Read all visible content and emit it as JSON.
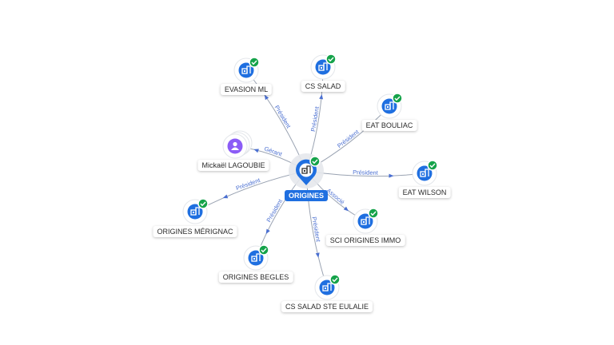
{
  "colors": {
    "company": "#1f6fe0",
    "person": "#8b5cf6",
    "check": "#15a34a",
    "edge": "#9aa3b2",
    "edge_label": "#4a6fd1"
  },
  "center": {
    "label": "ORIGINES",
    "icon": "building-icon"
  },
  "nodes": [
    {
      "id": "evasion-ml",
      "label": "EVASION ML",
      "type": "company",
      "icon": "building-icon",
      "verified": true
    },
    {
      "id": "cs-salad",
      "label": "CS SALAD",
      "type": "company",
      "icon": "building-icon",
      "verified": true
    },
    {
      "id": "eat-bouliac",
      "label": "EAT BOULIAC",
      "type": "company",
      "icon": "building-icon",
      "verified": true
    },
    {
      "id": "mickael-lagoubie",
      "label": "Mickaël LAGOUBIE",
      "type": "person",
      "icon": "person-icon",
      "verified": false
    },
    {
      "id": "eat-wilson",
      "label": "EAT WILSON",
      "type": "company",
      "icon": "building-icon",
      "verified": true
    },
    {
      "id": "origines-merignac",
      "label": "ORIGINES MÉRIGNAC",
      "type": "company",
      "icon": "building-icon",
      "verified": true
    },
    {
      "id": "sci-origines-immo",
      "label": "SCI ORIGINES IMMO",
      "type": "company",
      "icon": "building-icon",
      "verified": true
    },
    {
      "id": "origines-begles",
      "label": "ORIGINES BEGLES",
      "type": "company",
      "icon": "building-icon",
      "verified": true
    },
    {
      "id": "cs-salad-ste-eulalie",
      "label": "CS SALAD STE EULALIE",
      "type": "company",
      "icon": "building-icon",
      "verified": true
    }
  ],
  "edges": [
    {
      "to": "evasion-ml",
      "label": "Président"
    },
    {
      "to": "cs-salad",
      "label": "Président"
    },
    {
      "to": "eat-bouliac",
      "label": "Président"
    },
    {
      "to": "mickael-lagoubie",
      "label": "Gérant"
    },
    {
      "to": "eat-wilson",
      "label": "Président"
    },
    {
      "to": "origines-merignac",
      "label": "Président"
    },
    {
      "to": "sci-origines-immo",
      "label": "Associé"
    },
    {
      "to": "origines-begles",
      "label": "Président"
    },
    {
      "to": "cs-salad-ste-eulalie",
      "label": "Président"
    }
  ]
}
